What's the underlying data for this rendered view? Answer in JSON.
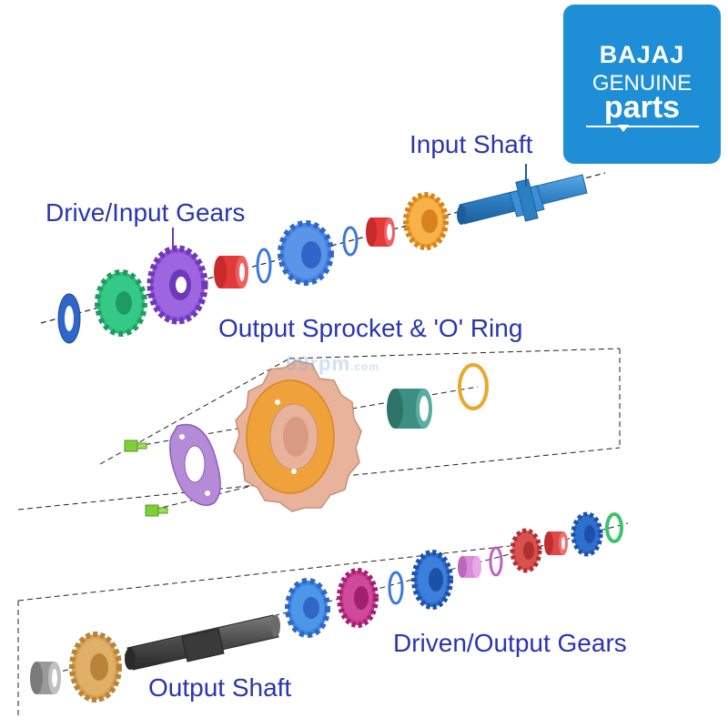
{
  "colors": {
    "label_text": "#2a35b0",
    "guide_line": "#222222",
    "badge_bg": "#1e8fd6",
    "badge_text": "#ffffff"
  },
  "badge": {
    "line1": "BAJAJ",
    "line2": "GENUINE",
    "line3": "parts"
  },
  "watermark": {
    "main": "99rpm",
    "suffix": ".com"
  },
  "labels": {
    "input_shaft": "Input Shaft",
    "drive_input_gears": "Drive/Input Gears",
    "output_sprocket": "Output Sprocket & 'O' Ring",
    "driven_output_gears": "Driven/Output Gears",
    "output_shaft": "Output Shaft"
  },
  "parts": {
    "input_assembly": [
      {
        "kind": "washer",
        "color": "#2f66c8"
      },
      {
        "kind": "gear",
        "color": "#2fbf7c"
      },
      {
        "kind": "gear",
        "color": "#8f55d8"
      },
      {
        "kind": "bushing",
        "color": "#e23a3a"
      },
      {
        "kind": "ring",
        "color": "#3c78d8"
      },
      {
        "kind": "gear",
        "color": "#4a86e0"
      },
      {
        "kind": "ring",
        "color": "#3c78d8"
      },
      {
        "kind": "bushing",
        "color": "#e23a3a"
      },
      {
        "kind": "gear",
        "color": "#f2a033"
      },
      {
        "kind": "shaft",
        "color": "#2d7fc4"
      }
    ],
    "sprocket_assembly": [
      {
        "kind": "bolt",
        "color": "#7fcf3a"
      },
      {
        "kind": "bolt",
        "color": "#7fcf3a"
      },
      {
        "kind": "plate",
        "color": "#b58ad6"
      },
      {
        "kind": "sprocket",
        "color": "#e8b39a"
      },
      {
        "kind": "sprocket-face",
        "color": "#f0a23a"
      },
      {
        "kind": "bushing",
        "color": "#3c8f82"
      },
      {
        "kind": "o-ring",
        "color": "#e8a82a"
      }
    ],
    "output_assembly": [
      {
        "kind": "bushing",
        "color": "#9a9a9a"
      },
      {
        "kind": "gear",
        "color": "#d8a455"
      },
      {
        "kind": "shaft",
        "color": "#5a5a5a"
      },
      {
        "kind": "gear",
        "color": "#3d88e0"
      },
      {
        "kind": "gear",
        "color": "#c83a90"
      },
      {
        "kind": "ring",
        "color": "#3c78d8"
      },
      {
        "kind": "gear",
        "color": "#2f6fd0"
      },
      {
        "kind": "bushing",
        "color": "#d78bd8"
      },
      {
        "kind": "ring",
        "color": "#c060c0"
      },
      {
        "kind": "gear",
        "color": "#d85050"
      },
      {
        "kind": "bushing",
        "color": "#e04848"
      },
      {
        "kind": "gear",
        "color": "#2f6fd0"
      },
      {
        "kind": "ring",
        "color": "#3cc46a"
      }
    ]
  }
}
